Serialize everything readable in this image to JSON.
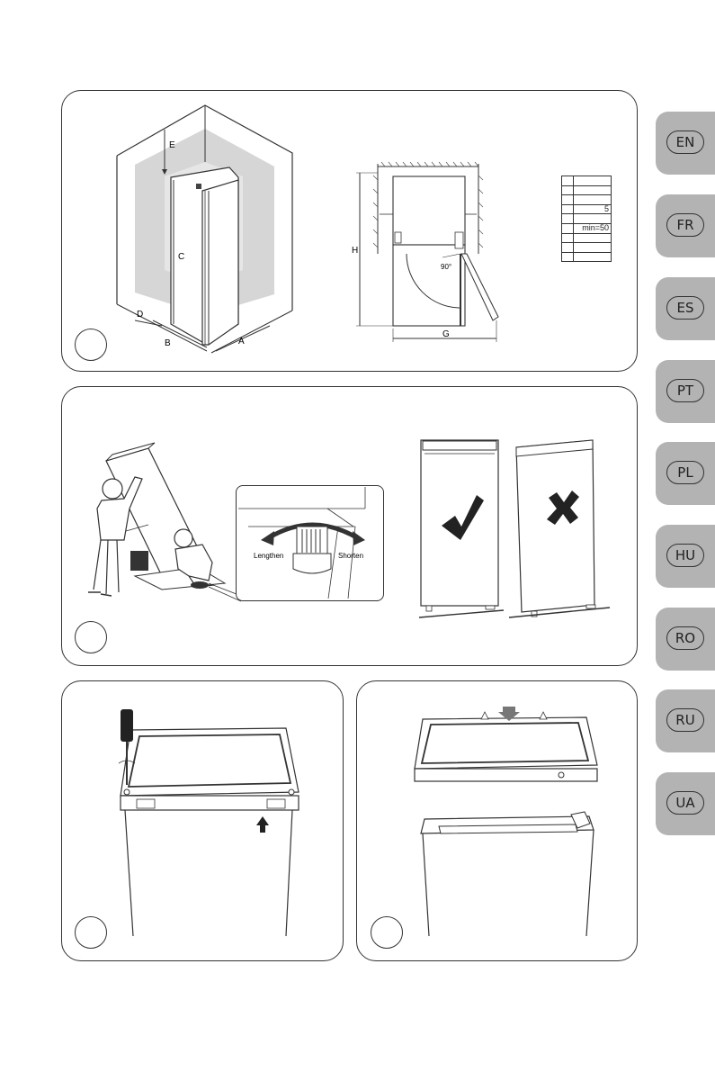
{
  "languages": [
    "EN",
    "FR",
    "ES",
    "PT",
    "PL",
    "HU",
    "RO",
    "RU",
    "UA"
  ],
  "panel1": {
    "dimension_letters": {
      "A": "A",
      "B": "B",
      "C": "C",
      "D": "D",
      "E": "E",
      "G": "G",
      "H": "H"
    },
    "door_angle": "90°",
    "table_rows": [
      {
        "key": "",
        "value": ""
      },
      {
        "key": "",
        "value": ""
      },
      {
        "key": "",
        "value": ""
      },
      {
        "key": "",
        "value": "5"
      },
      {
        "key": "",
        "value": ""
      },
      {
        "key": "",
        "value": "min=50"
      },
      {
        "key": "",
        "value": ""
      },
      {
        "key": "",
        "value": ""
      },
      {
        "key": "",
        "value": ""
      }
    ]
  },
  "panel2": {
    "lengthen_label": "Lengthen",
    "shorten_label": "Shorten"
  }
}
